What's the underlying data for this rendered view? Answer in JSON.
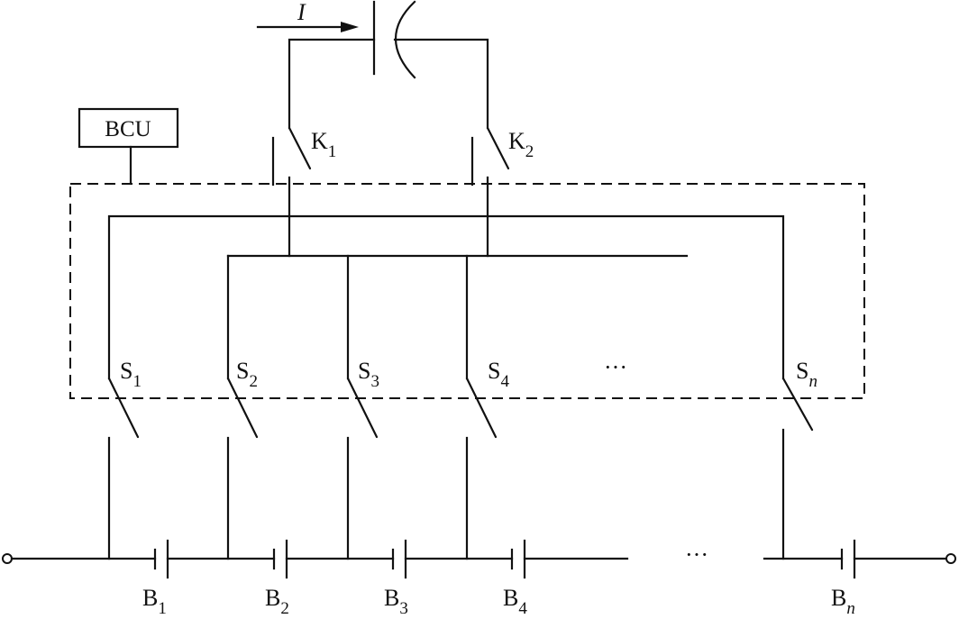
{
  "diagram": {
    "current_label": "I",
    "controller": {
      "label": "BCU"
    },
    "contactors": [
      {
        "letter": "K",
        "sub": "1"
      },
      {
        "letter": "K",
        "sub": "2"
      }
    ],
    "switches": [
      {
        "letter": "S",
        "sub": "1"
      },
      {
        "letter": "S",
        "sub": "2"
      },
      {
        "letter": "S",
        "sub": "3"
      },
      {
        "letter": "S",
        "sub": "4"
      },
      {
        "letter": "S",
        "sub": "n"
      }
    ],
    "batteries": [
      {
        "letter": "B",
        "sub": "1"
      },
      {
        "letter": "B",
        "sub": "2"
      },
      {
        "letter": "B",
        "sub": "3"
      },
      {
        "letter": "B",
        "sub": "4"
      },
      {
        "letter": "B",
        "sub": "n"
      }
    ],
    "ellipsis": "···",
    "ink_color": "#111111",
    "background_color": "#ffffff"
  }
}
